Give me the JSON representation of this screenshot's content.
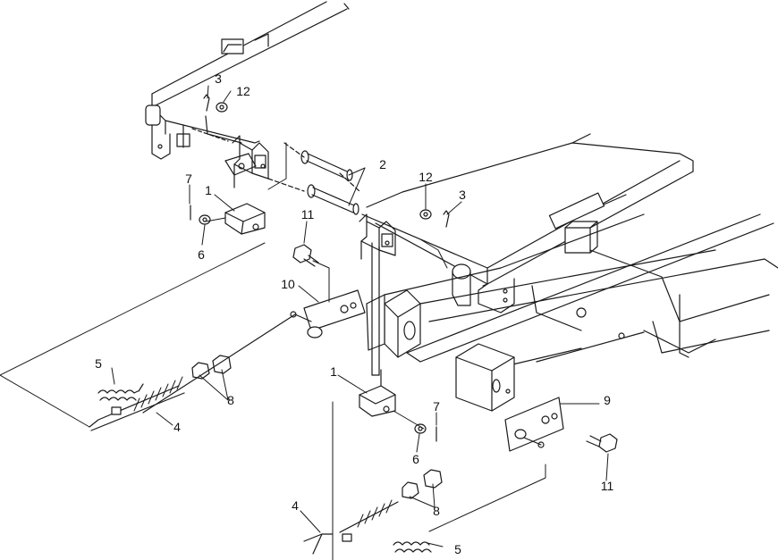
{
  "figure": {
    "callouts": {
      "c1_upper": "1",
      "c1_lower": "1",
      "c2": "2",
      "c3_left": "3",
      "c3_right": "3",
      "c4_upper": "4",
      "c4_lower": "4",
      "c5_upper": "5",
      "c5_lower": "5",
      "c6_upper": "6",
      "c6_lower": "6",
      "c7_upper": "7",
      "c7_lower": "7",
      "c8_upper": "8",
      "c8_lower": "8",
      "c9": "9",
      "c10": "10",
      "c11_upper": "11",
      "c11_lower": "11",
      "c12_left": "12",
      "c12_right": "12"
    },
    "colors": {
      "line": "#1a1a1a",
      "shade": "#8a8a8a",
      "fill": "#ffffff"
    }
  }
}
